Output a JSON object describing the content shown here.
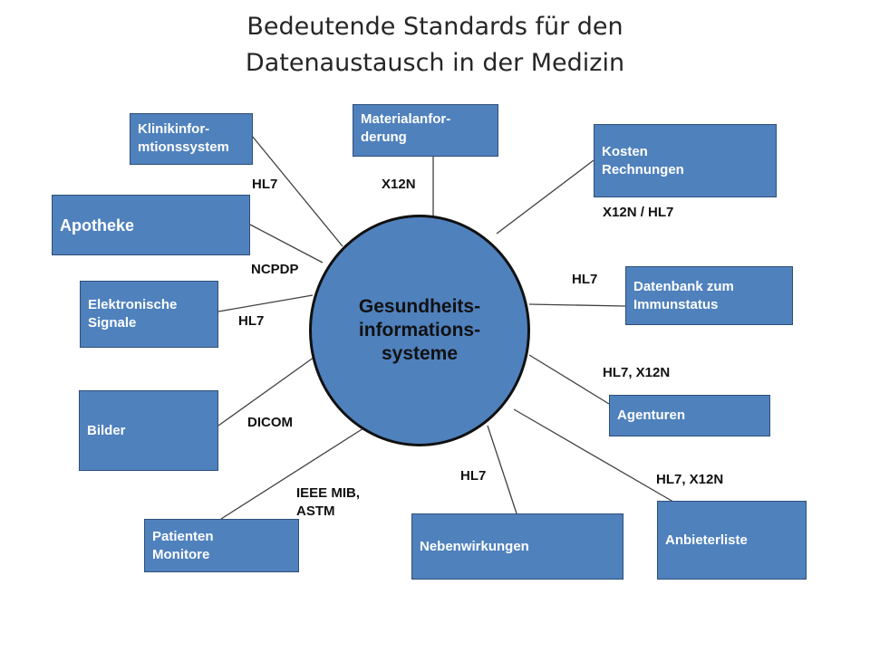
{
  "title": {
    "line1": "Bedeutende Standards für den",
    "line2": "Datenaustausch in der Medizin"
  },
  "hub": {
    "lines": [
      "Gesundheits-",
      "informations-",
      "systeme"
    ]
  },
  "nodes": {
    "klinik": {
      "lines": [
        "Klinikinfor-",
        "mtionssystem"
      ]
    },
    "material": {
      "lines": [
        "Materialanfor-",
        "derung"
      ]
    },
    "kosten": {
      "lines": [
        "Kosten",
        "Rechnungen"
      ]
    },
    "apotheke": {
      "lines": [
        "Apotheke"
      ]
    },
    "datenbank": {
      "lines": [
        "Datenbank zum",
        "Immunstatus"
      ]
    },
    "elektro": {
      "lines": [
        "Elektronische",
        "Signale"
      ]
    },
    "agenturen": {
      "lines": [
        "Agenturen"
      ]
    },
    "bilder": {
      "lines": [
        "Bilder"
      ]
    },
    "patienten": {
      "lines": [
        "Patienten",
        "Monitore"
      ]
    },
    "neben": {
      "lines": [
        "Nebenwirkungen"
      ]
    },
    "anbieter": {
      "lines": [
        "Anbieterliste"
      ]
    }
  },
  "edge_labels": {
    "klinik": {
      "lines": [
        "HL7"
      ]
    },
    "material": {
      "lines": [
        "X12N"
      ]
    },
    "kosten": {
      "lines": [
        "X12N / HL7"
      ]
    },
    "apotheke": {
      "lines": [
        "NCPDP"
      ]
    },
    "datenbank": {
      "lines": [
        "HL7"
      ]
    },
    "elektro": {
      "lines": [
        "HL7"
      ]
    },
    "agenturen": {
      "lines": [
        "HL7, X12N"
      ]
    },
    "bilder": {
      "lines": [
        "DICOM"
      ]
    },
    "patienten": {
      "lines": [
        "IEEE MIB,",
        "ASTM"
      ]
    },
    "neben": {
      "lines": [
        "HL7"
      ]
    },
    "anbieter": {
      "lines": [
        "HL7, X12N"
      ]
    }
  },
  "colors": {
    "node_fill": "#4f81bd",
    "node_border": "#2f4f78",
    "node_text": "#ffffff",
    "hub_border": "#111111",
    "connector": "#404040"
  }
}
